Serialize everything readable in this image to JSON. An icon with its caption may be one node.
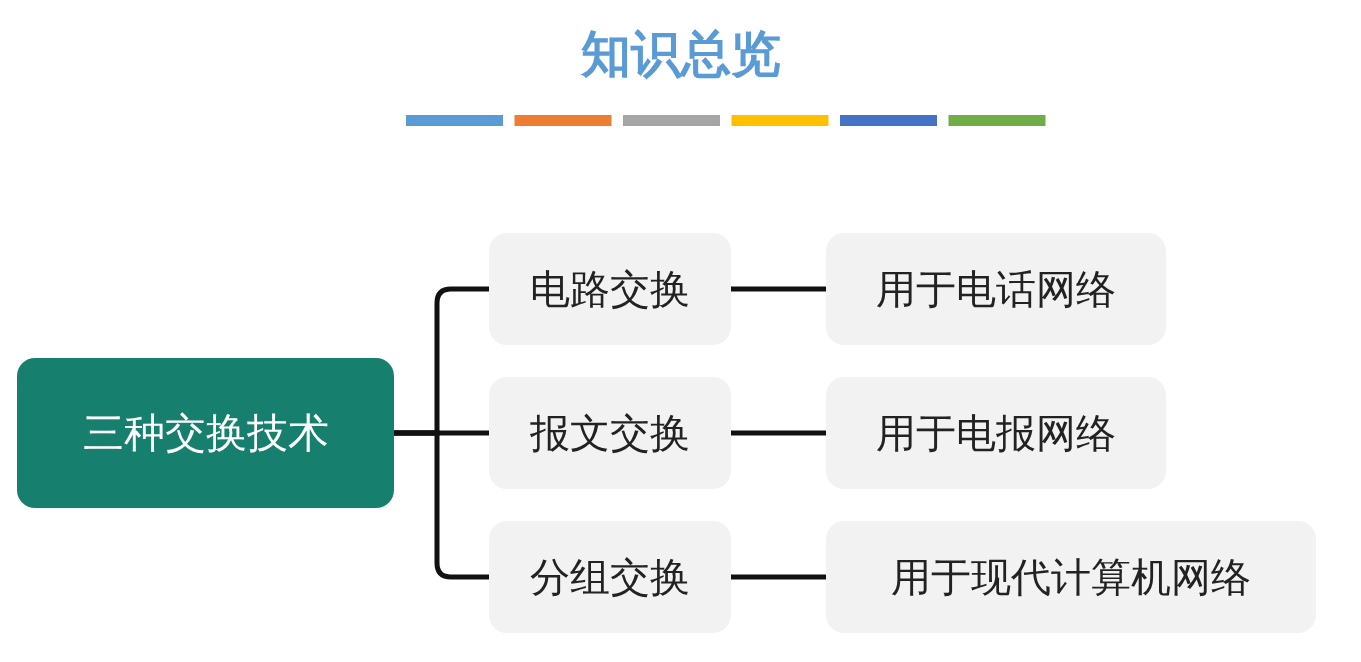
{
  "diagram": {
    "title": "知识总览",
    "nodes": [
      {
        "text": [
          "三种交换技术"
        ]
      },
      {
        "text": [
          "电路交换"
        ]
      },
      {
        "text": [
          "用于电话网络"
        ]
      },
      {
        "text": [
          "报文交换"
        ]
      },
      {
        "text": [
          "用于电报网络"
        ]
      },
      {
        "text": [
          "分组交换"
        ]
      },
      {
        "text": [
          "用于现代计算机网络"
        ]
      }
    ],
    "edges": [
      {
        "from": 0,
        "to": 1,
        "arrow": "none"
      },
      {
        "from": 0,
        "to": 3,
        "arrow": "none"
      },
      {
        "from": 0,
        "to": 5,
        "arrow": "none"
      },
      {
        "from": 1,
        "to": 2,
        "arrow": "none"
      },
      {
        "from": 3,
        "to": 4,
        "arrow": "none"
      },
      {
        "from": 5,
        "to": 6,
        "arrow": "none"
      }
    ]
  }
}
